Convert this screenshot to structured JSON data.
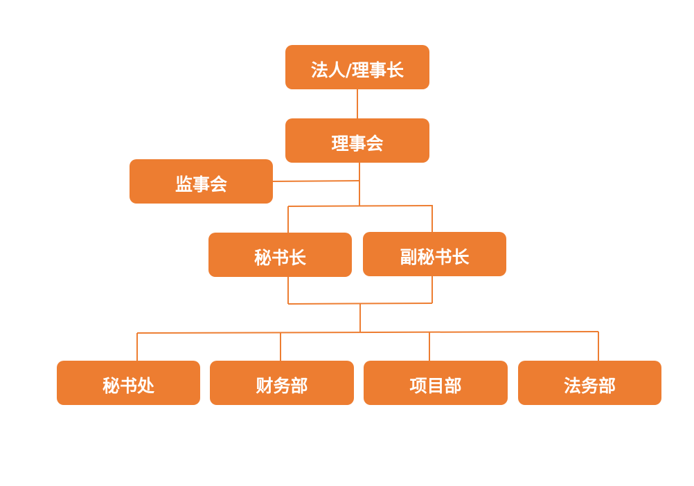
{
  "chart": {
    "color": "#ed7d31",
    "nodes": {
      "chairman": "法人/理事长",
      "board": "理事会",
      "supervisors": "监事会",
      "secretary_general": "秘书长",
      "deputy_secretary_general": "副秘书长",
      "secretariat": "秘书处",
      "finance": "财务部",
      "project": "项目部",
      "legal": "法务部"
    }
  }
}
